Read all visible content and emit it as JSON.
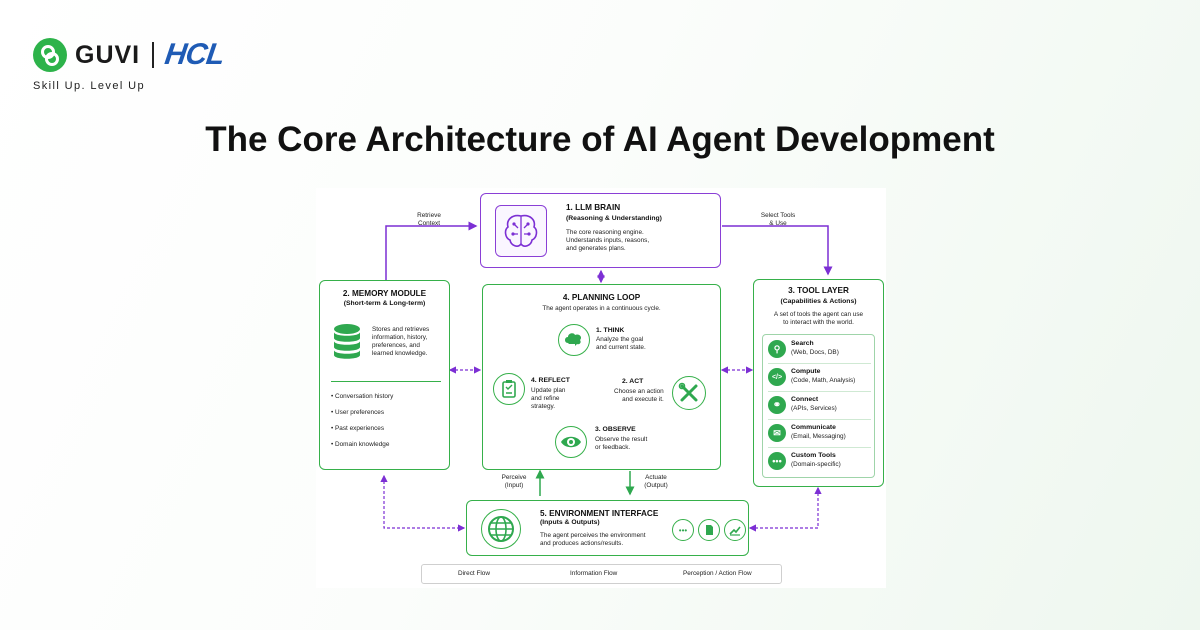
{
  "brand": {
    "guvi": "GUVI",
    "hcl": "HCL",
    "tagline": "Skill Up. Level Up"
  },
  "title": "The Core Architecture of AI Agent Development",
  "flow_labels": {
    "retrieve": "Retrieve\nContext",
    "select_tools": "Select Tools\n& Use",
    "perceive": "Perceive\n(Input)",
    "actuate": "Actuate\n(Output)"
  },
  "llm": {
    "title": "1. LLM BRAIN",
    "subtitle": "(Reasoning & Understanding)",
    "desc": "The core reasoning engine.\nUnderstands inputs, reasons,\nand generates plans."
  },
  "memory": {
    "title": "2. MEMORY MODULE",
    "subtitle": "(Short-term & Long-term)",
    "desc": "Stores and retrieves\ninformation, history,\npreferences, and\nlearned knowledge.",
    "items": [
      "Conversation history",
      "User preferences",
      "Past experiences",
      "Domain knowledge"
    ]
  },
  "planning": {
    "title": "4. PLANNING LOOP",
    "desc": "The agent operates in a continuous cycle.",
    "think_title": "1. THINK",
    "think_desc": "Analyze the goal\nand current state.",
    "act_title": "2. ACT",
    "act_desc": "Choose an action\nand execute it.",
    "observe_title": "3. OBSERVE",
    "observe_desc": "Observe the result\nor feedback.",
    "reflect_title": "4. REFLECT",
    "reflect_desc": "Update plan\nand refine\nstrategy."
  },
  "tools": {
    "title": "3. TOOL LAYER",
    "subtitle": "(Capabilities & Actions)",
    "desc": "A set of tools the agent can use\nto interact with the world.",
    "items": [
      {
        "name": "Search",
        "detail": "(Web, Docs, DB)",
        "icon": "search-icon"
      },
      {
        "name": "Compute",
        "detail": "(Code, Math, Analysis)",
        "icon": "code-icon"
      },
      {
        "name": "Connect",
        "detail": "(APIs, Services)",
        "icon": "globe-icon"
      },
      {
        "name": "Communicate",
        "detail": "(Email, Messaging)",
        "icon": "mail-icon"
      },
      {
        "name": "Custom Tools",
        "detail": "(Domain-specific)",
        "icon": "dots-icon"
      }
    ]
  },
  "environment": {
    "title": "5. ENVIRONMENT INTERFACE",
    "subtitle": "(Inputs & Outputs)",
    "desc": "The agent perceives the environment\nand produces actions/results."
  },
  "legend": {
    "direct": "Direct Flow",
    "info": "Information Flow",
    "perception": "Perception / Action Flow"
  },
  "colors": {
    "green": "#36b04a",
    "purple": "#7c2fd4",
    "accent_green": "#2db34a",
    "hcl_blue": "#1f5bb5"
  }
}
